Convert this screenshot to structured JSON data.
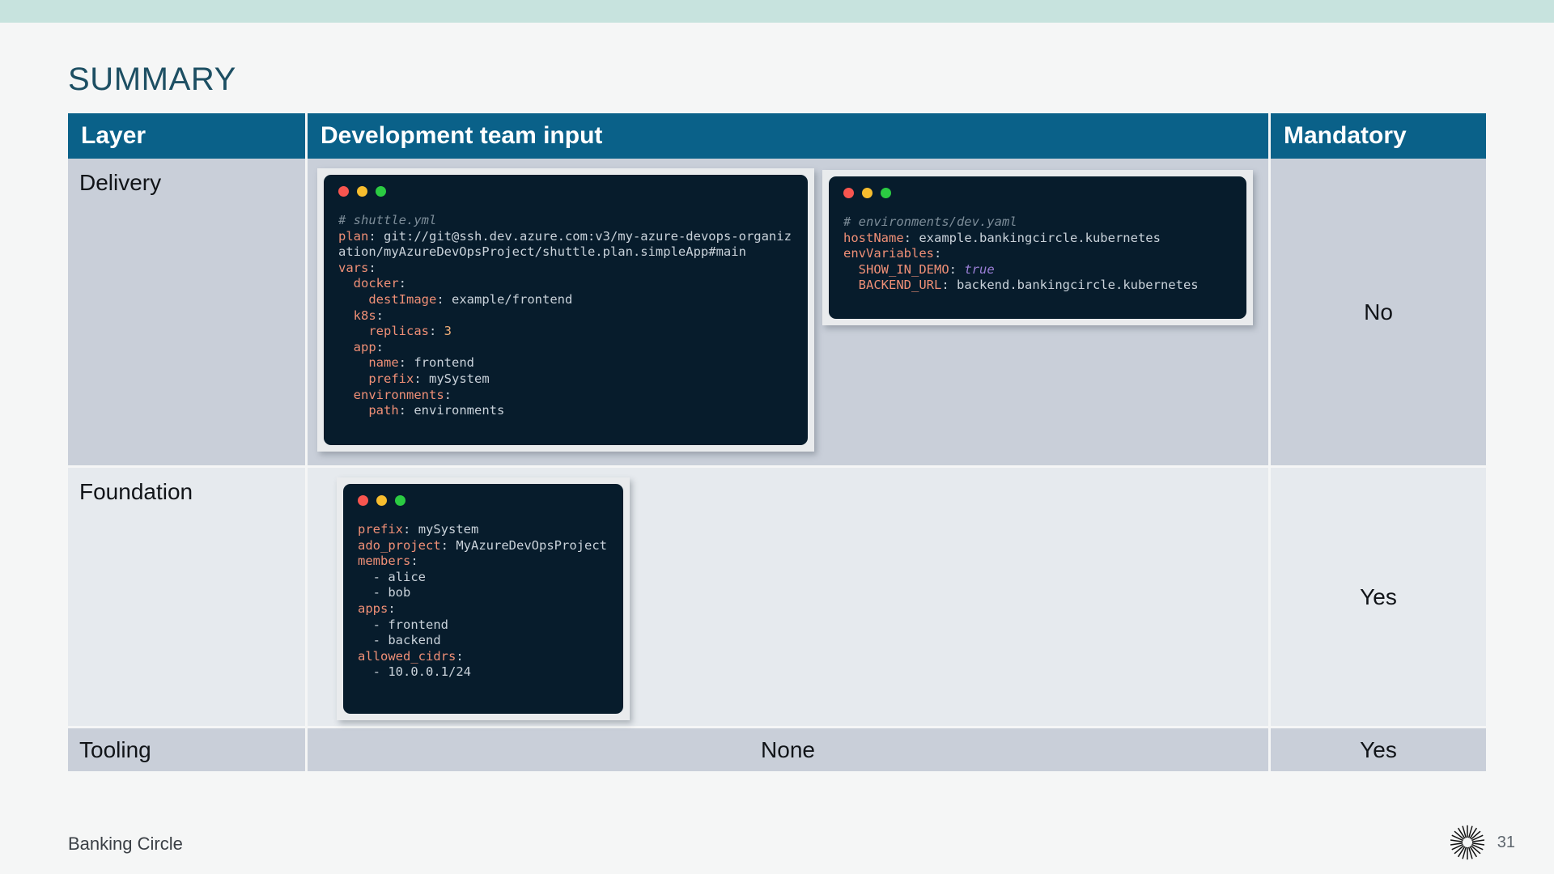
{
  "slide": {
    "title": "SUMMARY",
    "page_number": "31",
    "brand": "Banking Circle",
    "logo_icon": "sunburst-logo-icon",
    "banner_color": "#c7e3de",
    "header_color": "#0a6189",
    "title_color": "#1d4f63",
    "row_color_a": "#c9cfd9",
    "row_color_b": "#e6eaee",
    "background_color": "#f5f6f6"
  },
  "table": {
    "headers": {
      "layer": "Layer",
      "input": "Development team input",
      "mandatory": "Mandatory"
    },
    "rows": [
      {
        "layer": "Delivery",
        "mandatory": "No",
        "input_kind": "terminals"
      },
      {
        "layer": "Foundation",
        "mandatory": "Yes",
        "input_kind": "terminals"
      },
      {
        "layer": "Tooling",
        "mandatory": "Yes",
        "input_kind": "text",
        "input_text": "None"
      }
    ]
  },
  "terminals": {
    "shuttle": {
      "name": "shuttle-yml-terminal",
      "dots": [
        "red",
        "yellow",
        "green"
      ],
      "lines": [
        {
          "type": "comment",
          "text": "# shuttle.yml"
        },
        {
          "type": "kv",
          "key": "plan",
          "value": "git://git@ssh.dev.azure.com:v3/my-azure-devops-organization/myAzureDevOpsProject/shuttle.plan.simpleApp#main",
          "indent": 0
        },
        {
          "type": "key",
          "key": "vars",
          "indent": 0
        },
        {
          "type": "key",
          "key": "docker",
          "indent": 1
        },
        {
          "type": "kv",
          "key": "destImage",
          "value": "example/frontend",
          "indent": 2
        },
        {
          "type": "key",
          "key": "k8s",
          "indent": 1
        },
        {
          "type": "kv",
          "key": "replicas",
          "value": "3",
          "valueType": "num",
          "indent": 2
        },
        {
          "type": "key",
          "key": "app",
          "indent": 1
        },
        {
          "type": "kv",
          "key": "name",
          "value": "frontend",
          "indent": 2
        },
        {
          "type": "kv",
          "key": "prefix",
          "value": "mySystem",
          "indent": 2
        },
        {
          "type": "key",
          "key": "environments",
          "indent": 1
        },
        {
          "type": "kv",
          "key": "path",
          "value": "environments",
          "indent": 2
        }
      ]
    },
    "devyaml": {
      "name": "dev-yaml-terminal",
      "dots": [
        "red",
        "yellow",
        "green"
      ],
      "lines": [
        {
          "type": "comment",
          "text": "# environments/dev.yaml"
        },
        {
          "type": "kv",
          "key": "hostName",
          "value": "example.bankingcircle.kubernetes",
          "indent": 0
        },
        {
          "type": "key",
          "key": "envVariables",
          "indent": 0
        },
        {
          "type": "kv",
          "key": "SHOW_IN_DEMO",
          "value": "true",
          "valueType": "bool",
          "indent": 1
        },
        {
          "type": "kv",
          "key": "BACKEND_URL",
          "value": "backend.bankingcircle.kubernetes",
          "indent": 1
        }
      ]
    },
    "foundation": {
      "name": "foundation-yml-terminal",
      "dots": [
        "red",
        "yellow",
        "green"
      ],
      "lines": [
        {
          "type": "kv",
          "key": "prefix",
          "value": "mySystem",
          "indent": 0
        },
        {
          "type": "kv",
          "key": "ado_project",
          "value": "MyAzureDevOpsProject",
          "indent": 0
        },
        {
          "type": "key",
          "key": "members",
          "indent": 0
        },
        {
          "type": "item",
          "text": "- alice",
          "indent": 1
        },
        {
          "type": "item",
          "text": "- bob",
          "indent": 1
        },
        {
          "type": "key",
          "key": "apps",
          "indent": 0
        },
        {
          "type": "item",
          "text": "- frontend",
          "indent": 1
        },
        {
          "type": "item",
          "text": "- backend",
          "indent": 1
        },
        {
          "type": "key",
          "key": "allowed_cidrs",
          "indent": 0
        },
        {
          "type": "item",
          "text": "- 10.0.0.1/24",
          "indent": 1
        }
      ]
    }
  }
}
